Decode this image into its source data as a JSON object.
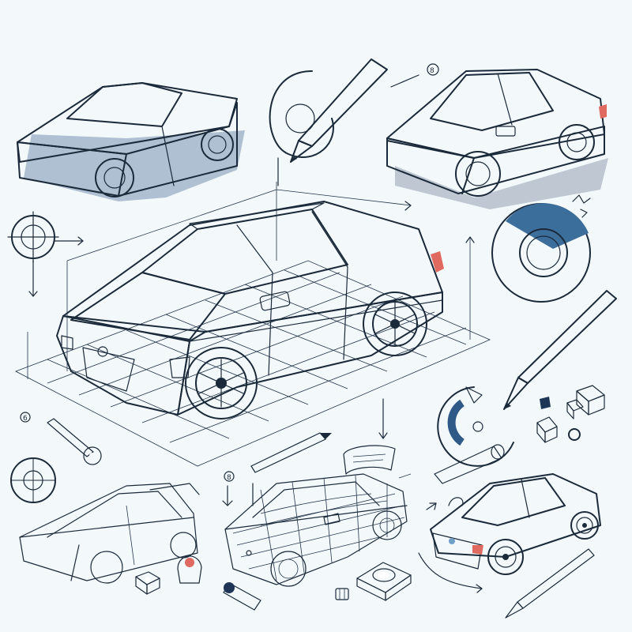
{
  "palette": {
    "background": "#f3f9fb",
    "ink": "#1b2a3a",
    "light_blue": "#6f9fc7",
    "mid_blue": "#3c6e9c",
    "navy": "#1f3558",
    "accent_red": "#e06a60",
    "white": "#ffffff"
  },
  "annotations": {
    "label_top": "8",
    "label_left": "6",
    "label_bottom": "8"
  },
  "icons": [
    "pencil-icon",
    "crosshair-target-icon",
    "ring-disc-icon",
    "wrench-icon",
    "wheel-icon",
    "cube-icon",
    "paper-scroll-icon"
  ]
}
